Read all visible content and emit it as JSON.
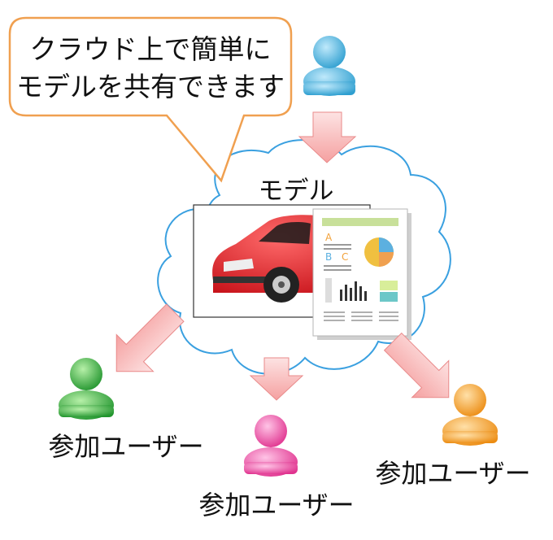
{
  "speech_bubble": {
    "line1": "クラウド上で簡単に",
    "line2": "モデルを共有できます"
  },
  "cloud": {
    "model_label": "モデル",
    "image_car": "red-car-icon",
    "image_document": "report-document-icon",
    "doc_letters": [
      "A",
      "B",
      "C"
    ]
  },
  "users": {
    "owner": {
      "icon": "person-blue-icon",
      "color": "#3aa9d6"
    },
    "participants": [
      {
        "label": "参加ユーザー",
        "icon": "person-green-icon",
        "color": "#2fa13a"
      },
      {
        "label": "参加ユーザー",
        "icon": "person-pink-icon",
        "color": "#e6409c"
      },
      {
        "label": "参加ユーザー",
        "icon": "person-orange-icon",
        "color": "#f09a22"
      }
    ]
  },
  "colors": {
    "bubble_border": "#f0a050",
    "cloud_border": "#3aa0e0",
    "arrow_fill": "#f7a7a7",
    "car": "#dd1d24"
  }
}
